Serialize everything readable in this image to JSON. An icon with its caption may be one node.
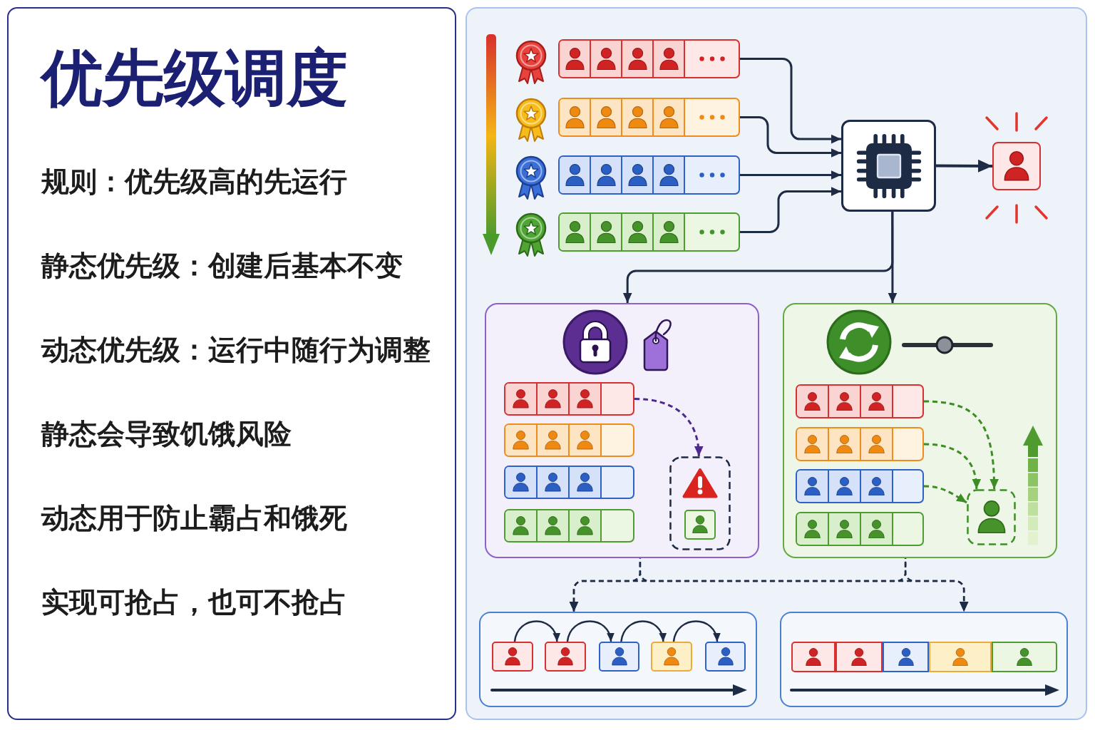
{
  "diagram": {
    "nodes": [
      {
        "text": [
          "优先级调度",
          "规则：优先级高的先运行",
          "静态优先级：创建后基本不变",
          "动态优先级：运行中随行为调整",
          "静态会导致饥饿风险",
          "动态用于防止霸占和饿死",
          "实现可抢占，也可不抢占"
        ]
      },
      {
        "text": [],
        "shape": "box"
      },
      {
        "text": [],
        "shape": "box",
        "in": 1
      },
      {
        "text": [],
        "shape": "box",
        "in": 1
      },
      {
        "text": [],
        "shape": "box",
        "in": 1
      },
      {
        "text": [],
        "shape": "box",
        "in": 1
      },
      {
        "text": [],
        "shape": "box",
        "in": 1
      },
      {
        "text": [],
        "shape": "box",
        "in": 1
      },
      {
        "text": [],
        "shape": "box",
        "in": 1
      },
      {
        "text": [],
        "shape": "box",
        "in": 8
      },
      {
        "text": [],
        "shape": "box",
        "in": 8
      },
      {
        "text": [],
        "shape": "box",
        "in": 8
      },
      {
        "text": [],
        "shape": "box",
        "in": 8
      },
      {
        "text": [],
        "shape": "box",
        "in": 8
      },
      {
        "text": [],
        "shape": "box",
        "in": 1
      },
      {
        "text": [],
        "shape": "box",
        "in": 14
      },
      {
        "text": [],
        "shape": "box",
        "in": 14
      },
      {
        "text": [],
        "shape": "box",
        "in": 14
      },
      {
        "text": [],
        "shape": "box",
        "in": 14
      },
      {
        "text": [],
        "shape": "box",
        "in": 14
      },
      {
        "text": [],
        "shape": "box",
        "in": 1
      },
      {
        "text": [],
        "shape": "box",
        "in": 20
      },
      {
        "text": [],
        "shape": "box",
        "in": 20
      },
      {
        "text": [],
        "shape": "box",
        "in": 20
      },
      {
        "text": [],
        "shape": "box",
        "in": 20
      },
      {
        "text": [],
        "shape": "box",
        "in": 20
      },
      {
        "text": [],
        "shape": "box",
        "in": 1
      }
    ],
    "edges": [
      {
        "from": 2,
        "to": 6,
        "arrow": "to"
      },
      {
        "from": 3,
        "to": 6,
        "arrow": "to"
      },
      {
        "from": 4,
        "to": 6,
        "arrow": "to"
      },
      {
        "from": 5,
        "to": 6,
        "arrow": "to"
      },
      {
        "from": 6,
        "to": 7,
        "arrow": "to"
      },
      {
        "from": 6,
        "to": 8,
        "arrow": "to"
      },
      {
        "from": 6,
        "to": 14,
        "arrow": "to"
      },
      {
        "from": 9,
        "to": 13,
        "arrow": "to",
        "style": "dashed",
        "color": "#4b2a8c"
      },
      {
        "from": 15,
        "to": 19,
        "arrow": "to",
        "style": "dashed",
        "color": "#3d8c25"
      },
      {
        "from": 16,
        "to": 19,
        "arrow": "to",
        "style": "dashed",
        "color": "#3d8c25"
      },
      {
        "from": 17,
        "to": 19,
        "arrow": "to",
        "style": "dashed",
        "color": "#3d8c25"
      },
      {
        "from": 8,
        "to": 20,
        "arrow": "to",
        "style": "dashed"
      },
      {
        "from": 8,
        "to": 26,
        "arrow": "to",
        "style": "dashed"
      },
      {
        "from": 14,
        "to": 20,
        "arrow": "to",
        "style": "dashed"
      },
      {
        "from": 14,
        "to": 26,
        "arrow": "to",
        "style": "dashed"
      },
      {
        "from": 21,
        "to": 22,
        "arrow": "to"
      },
      {
        "from": 22,
        "to": 23,
        "arrow": "to"
      },
      {
        "from": 23,
        "to": 24,
        "arrow": "to"
      },
      {
        "from": 24,
        "to": 25,
        "arrow": "to"
      }
    ]
  }
}
